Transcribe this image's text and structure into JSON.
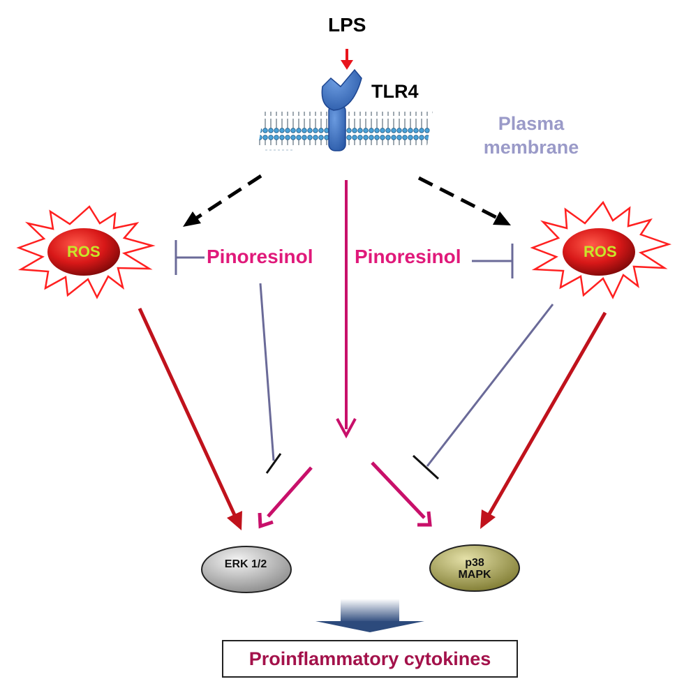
{
  "labels": {
    "ligand": "LPS",
    "receptor": "TLR4",
    "membrane": "Plasma membrane",
    "inhibitor_left": "Pinoresinol",
    "inhibitor_right": "Pinoresinol",
    "ros_left": "ROS",
    "ros_right": "ROS",
    "erk": "ERK 1/2",
    "p38": "p38 MAPK",
    "output": "Proinflammatory cytokines"
  },
  "colors": {
    "ligand_arrow": "#e8141c",
    "activation_magenta": "#c8106a",
    "activation_red": "#c0121c",
    "inhibition": "#6a6a98",
    "dashed": "#000000",
    "pinoresinol_text": "#e0197a",
    "membrane_text": "#9a9ac8",
    "output_text": "#a3114a",
    "receptor": "#3a6cc0",
    "ros_fill": "#d81818",
    "ros_text": "#c8e62a",
    "erk_fill": "#b8b8b8",
    "p38_fill": "#b4b064"
  },
  "icons": {
    "receptor": "tlr4-receptor-icon",
    "membrane": "lipid-bilayer-icon",
    "ros": "starburst-icon"
  }
}
